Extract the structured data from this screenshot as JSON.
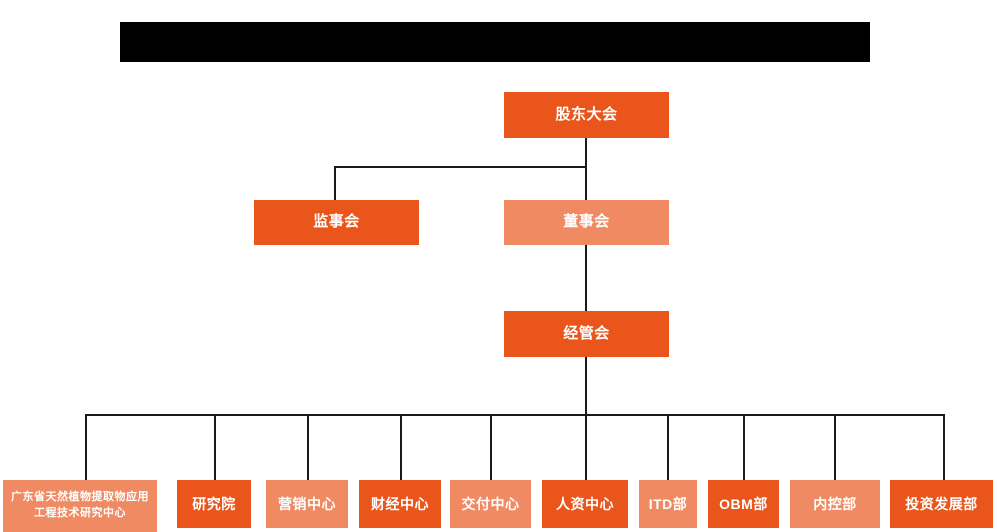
{
  "header": {
    "redacted_bar": "",
    "note": "black redaction bar, no visible text"
  },
  "chart_type": "org-chart",
  "colors": {
    "accent_dark": "#E9551B",
    "accent_light": "#F08A62",
    "connector": "#1a1a1a",
    "redaction": "#000000",
    "background": "#ffffff",
    "node_text": "#ffffff"
  },
  "nodes": {
    "shareholders_meeting": {
      "label": "股东大会",
      "tone": "dark"
    },
    "supervisory_board": {
      "label": "监事会",
      "tone": "dark"
    },
    "board_of_directors": {
      "label": "董事会",
      "tone": "light"
    },
    "management_committee": {
      "label": "经管会",
      "tone": "dark"
    }
  },
  "departments": [
    {
      "label": "广东省天然植物提取物应用工程技术研究中心",
      "tone": "light"
    },
    {
      "label": "研究院",
      "tone": "dark"
    },
    {
      "label": "营销中心",
      "tone": "light"
    },
    {
      "label": "财经中心",
      "tone": "dark"
    },
    {
      "label": "交付中心",
      "tone": "light"
    },
    {
      "label": "人资中心",
      "tone": "dark"
    },
    {
      "label": "ITD部",
      "tone": "light"
    },
    {
      "label": "OBM部",
      "tone": "dark"
    },
    {
      "label": "内控部",
      "tone": "light"
    },
    {
      "label": "投资发展部",
      "tone": "dark"
    }
  ]
}
